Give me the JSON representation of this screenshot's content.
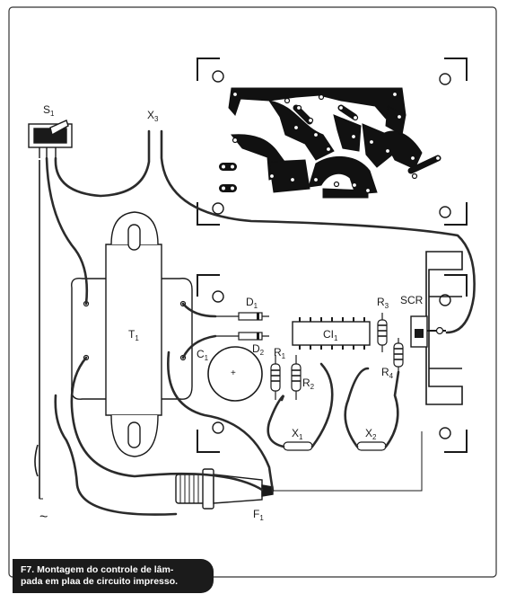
{
  "figure": {
    "caption_line1": "F7. Montagem do controle de lâm-",
    "caption_line2": "pada em plaa de circuito impresso.",
    "colors": {
      "ink": "#1a1a1a",
      "board": "#ffffff",
      "caption_bg": "#1b1b1b"
    }
  },
  "labels": {
    "s1": "S",
    "s1_sub": "1",
    "x3": "X",
    "x3_sub": "3",
    "t1": "T",
    "t1_sub": "1",
    "d1": "D",
    "d1_sub": "1",
    "d2": "D",
    "d2_sub": "2",
    "c1": "C",
    "c1_sub": "1",
    "ci1": "CI",
    "ci1_sub": "1",
    "r1": "R",
    "r1_sub": "1",
    "r2": "R",
    "r2_sub": "2",
    "r3": "R",
    "r3_sub": "3",
    "r4": "R",
    "r4_sub": "4",
    "scr": "SCR",
    "x1": "X",
    "x1_sub": "1",
    "x2": "X",
    "x2_sub": "2",
    "f1": "F",
    "f1_sub": "1",
    "ac": "~",
    "cap_plus": "+"
  }
}
